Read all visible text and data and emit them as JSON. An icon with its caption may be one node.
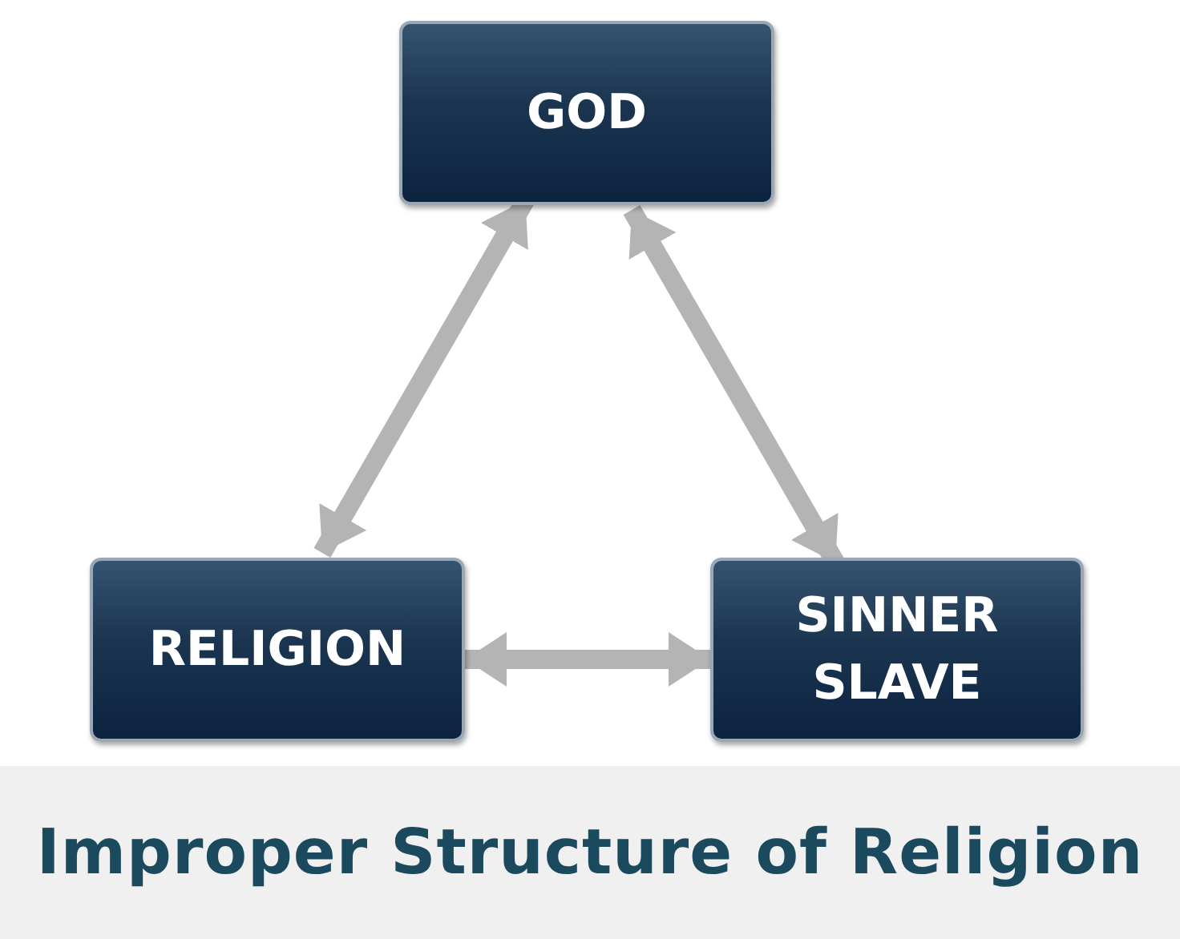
{
  "diagram": {
    "caption": "Improper Structure of Religion",
    "nodes": [
      {
        "text": [
          "GOD"
        ]
      },
      {
        "text": [
          "RELIGION"
        ]
      },
      {
        "text": [
          "SINNER SLAVE"
        ]
      }
    ],
    "edges": [
      {
        "from": 0,
        "to": 1,
        "arrow": "both"
      },
      {
        "from": 0,
        "to": 2,
        "arrow": "both"
      },
      {
        "from": 1,
        "to": 2,
        "arrow": "both"
      }
    ]
  }
}
